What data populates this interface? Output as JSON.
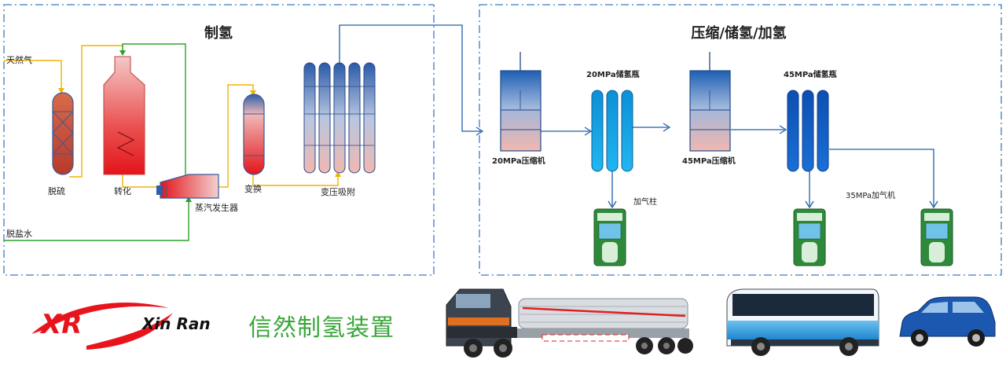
{
  "sections": {
    "production_title": "制氢",
    "storage_title": "压缩/储氢/加氢"
  },
  "labels": {
    "natural_gas": "天然气",
    "desulfurization": "脱硫",
    "reforming": "转化",
    "steam_generator": "蒸汽发生器",
    "shift": "变换",
    "psa": "变压吸附",
    "desalted_water": "脱盐水",
    "compressor_20": "20MPa压缩机",
    "storage_20": "20MPa储氢瓶",
    "compressor_45": "45MPa压缩机",
    "storage_45": "45MPa储氢瓶",
    "dispenser": "加气柱",
    "dispenser_35": "35MPa加气机"
  },
  "brand": {
    "logo_mark": "XR",
    "logo_name": "Xin Ran",
    "tagline": "信然制氢装置",
    "logo_color": "#e8141c",
    "tagline_color": "#3aa63a"
  },
  "colors": {
    "frame": "#3a7bc8",
    "line_yellow": "#f0b400",
    "line_green": "#2ca02c",
    "line_blue": "#1f5fa8",
    "vessel_red": "#e0201e",
    "vessel_top": "#2f5ea8",
    "cyan": "#1aa6e6",
    "deep_blue": "#1560c0"
  }
}
